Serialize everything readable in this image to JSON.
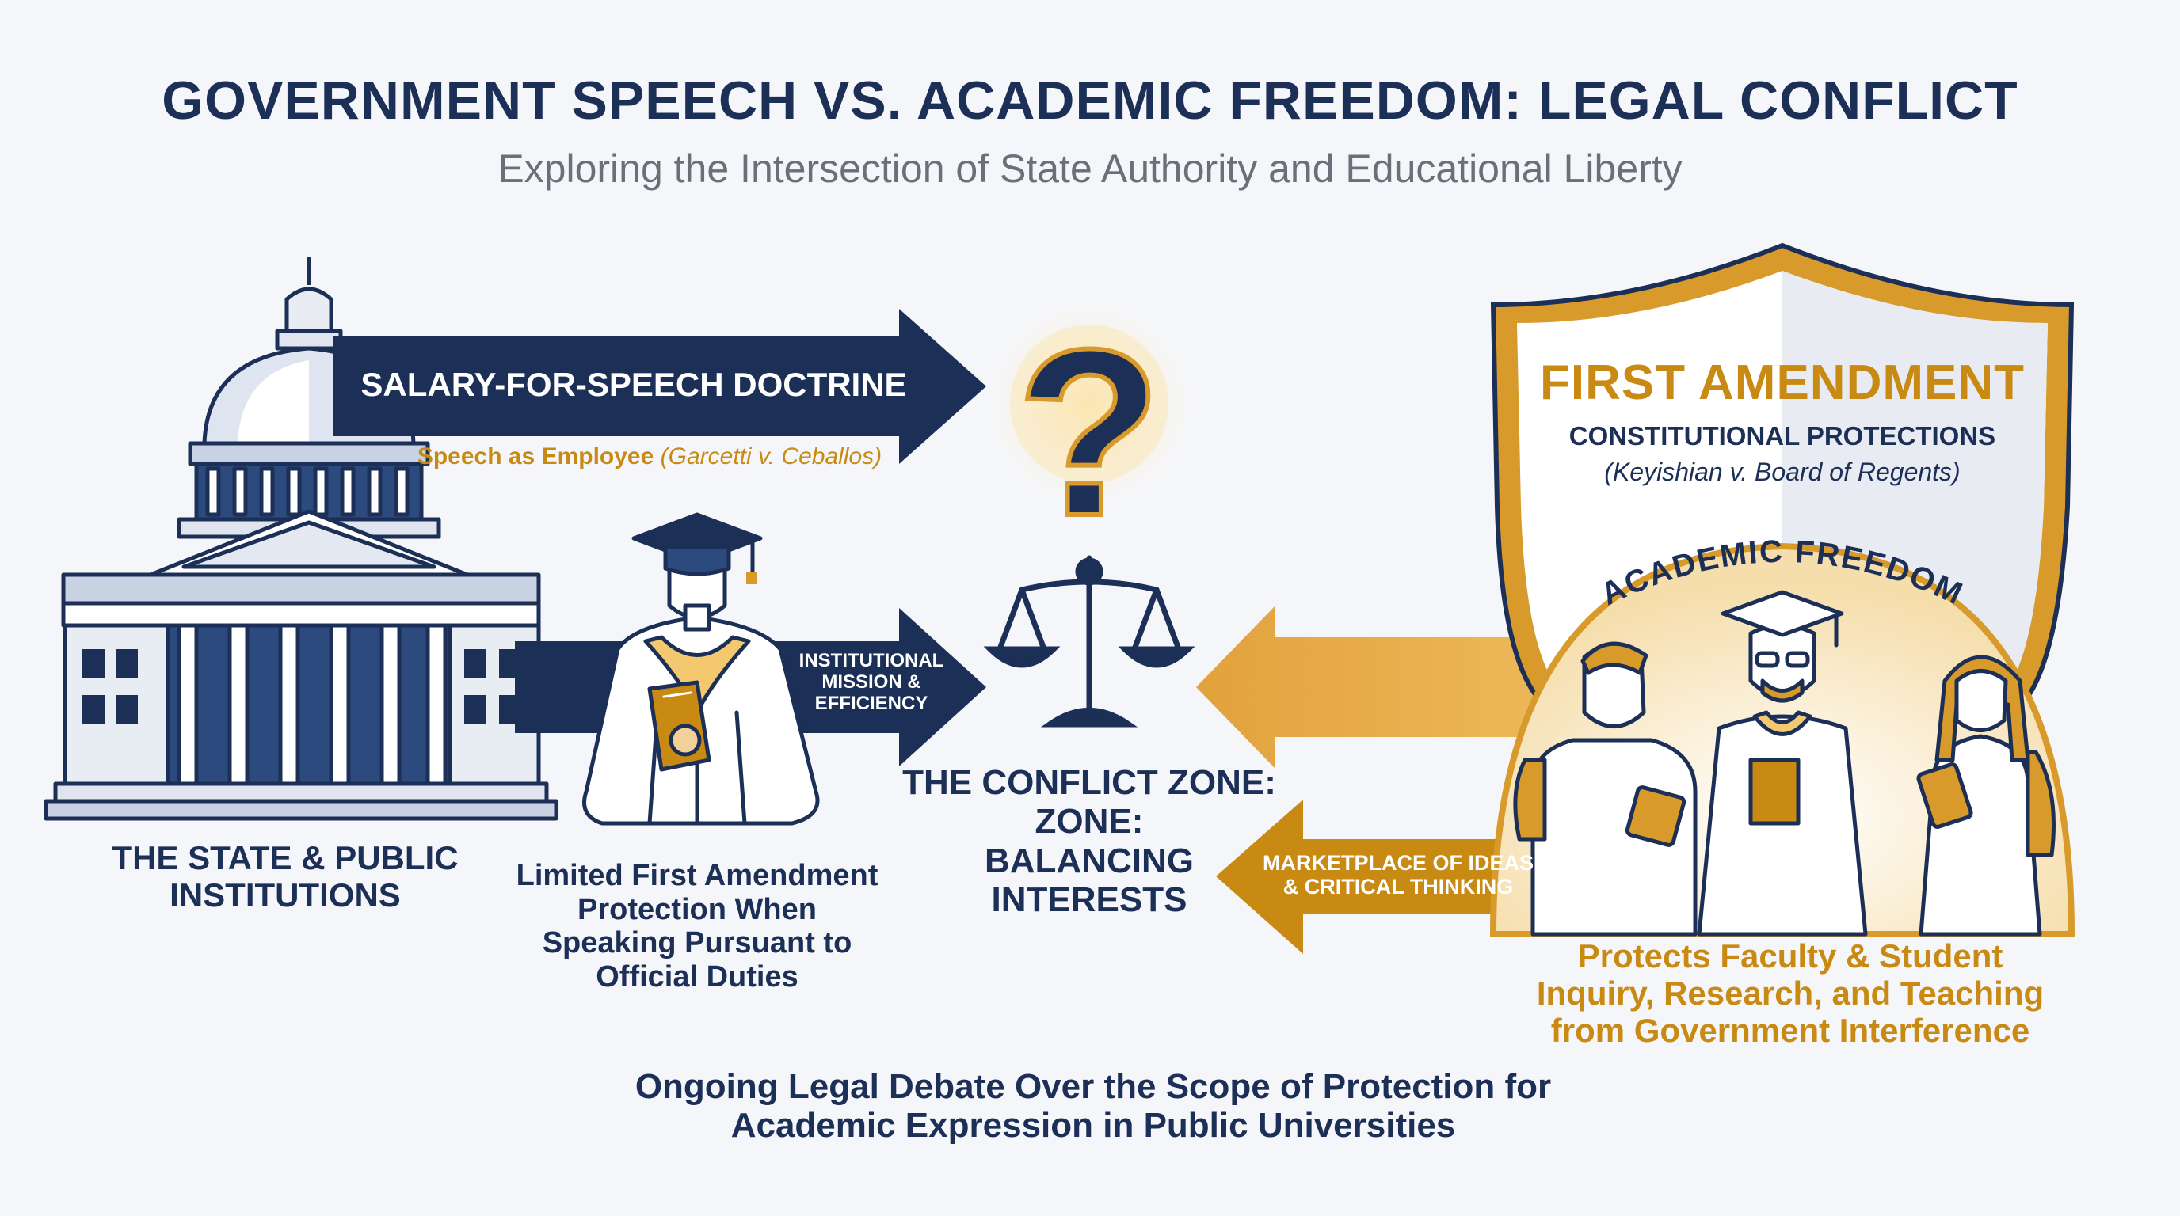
{
  "header": {
    "title": "GOVERNMENT SPEECH VS. ACADEMIC FREEDOM: LEGAL CONFLICT",
    "subtitle": "Exploring the Intersection of State Authority and Educational Liberty"
  },
  "left": {
    "doctrine_arrow_label": "SALARY-FOR-SPEECH DOCTRINE",
    "doctrine_caption_bold": "Speech as Employee",
    "doctrine_caption_case": "(Garcetti v. Ceballos)",
    "mission_arrow_label": "INSTITUTIONAL MISSION & EFFICIENCY",
    "state_label": "THE STATE & PUBLIC INSTITUTIONS",
    "employee_caption": "Limited First Amendment Protection When Speaking Pursuant to Official Duties"
  },
  "center": {
    "question_mark": "?",
    "conflict_label_line1": "THE CONFLICT ZONE:",
    "conflict_label_line2": "ZONE:",
    "conflict_label_line3": "BALANCING INTERESTS"
  },
  "right": {
    "shield_title": "FIRST AMENDMENT",
    "shield_subtitle": "CONSTITUTIONAL PROTECTIONS",
    "shield_case": "(Keyishian v. Board of Regents)",
    "arc_label": "ACADEMIC FREEDOM",
    "marketplace_arrow_label": "MARKETPLACE OF IDEAS & CRITICAL THINKING",
    "protects_caption": "Protects Faculty & Student Inquiry, Research, and Teaching from Government Interference"
  },
  "footer": {
    "note": "Ongoing Legal Debate Over the Scope of Protection for Academic Expression in Public Universities"
  },
  "colors": {
    "navy": "#1c2f57",
    "gold": "#d89a2b",
    "gold_dark": "#c98a14",
    "background": "#f5f6f9"
  },
  "icons": [
    "capitol-building-icon",
    "graduate-figure-icon",
    "question-mark-icon",
    "scales-of-justice-icon",
    "shield-icon",
    "students-group-icon"
  ]
}
